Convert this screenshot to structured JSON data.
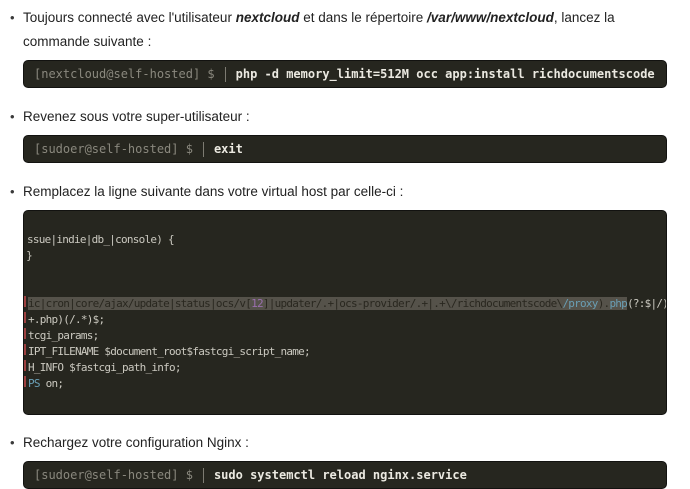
{
  "colors": {
    "body_text": "#222222",
    "block_bg": "#26261f",
    "code_text": "#cbc9c0",
    "prompt_text": "#8a887e",
    "command_text": "#ebe9e1",
    "highlight_bg": "#55524a",
    "highlight_text": "#29271f",
    "accent_purple": "#9b6fae",
    "accent_blue": "#6a9fb5",
    "red_clip": "#9e4040"
  },
  "items": [
    {
      "type": "bullet-text",
      "segments": [
        {
          "text": "Toujours connecté avec l'utilisateur "
        },
        {
          "text": "nextcloud",
          "style": "bolditalic"
        },
        {
          "text": " et dans le répertoire "
        },
        {
          "text": "/var/www/nextcloud",
          "style": "bolditalic"
        },
        {
          "text": ", lancez la commande suivante :"
        }
      ]
    },
    {
      "type": "terminal",
      "prompt": "[nextcloud@self-hosted] $",
      "command": "php -d memory_limit=512M occ app:install richdocumentscode"
    },
    {
      "type": "bullet-text",
      "segments": [
        {
          "text": "Revenez sous votre super-utilisateur :"
        }
      ]
    },
    {
      "type": "terminal",
      "prompt": "[sudoer@self-hosted] $",
      "command": "exit"
    },
    {
      "type": "bullet-text",
      "segments": [
        {
          "text": "Remplacez la ligne suivante dans votre virtual host par celle-ci :"
        }
      ]
    },
    {
      "type": "codeblock",
      "lines": [
        {
          "segments": []
        },
        {
          "segments": [
            {
              "text": "ssue|indie|db_|console) {"
            }
          ]
        },
        {
          "segments": [
            {
              "text": "}",
              "frag": true
            }
          ]
        },
        {
          "segments": []
        },
        {
          "segments": []
        },
        {
          "redEdge": true,
          "segments": [
            {
              "text": "ic|cron|core/ajax/update|status|ocs/v[",
              "hl": true
            },
            {
              "text": "12",
              "color": "purple",
              "hl": true
            },
            {
              "text": "]|updater/.+|ocs-provider/.+|.+\\/richdocumentscode\\",
              "hl": true
            },
            {
              "text": "/proxy",
              "color": "blue",
              "hl": true
            },
            {
              "text": ").",
              "hl": true
            },
            {
              "text": "php",
              "color": "blue",
              "hl": true
            },
            {
              "text": "(?:$|/) {"
            }
          ]
        },
        {
          "redEdge": true,
          "segments": [
            {
              "text": "+.php)(/.*)$;"
            }
          ]
        },
        {
          "redEdge": true,
          "segments": [
            {
              "text": "tcgi_params;"
            }
          ]
        },
        {
          "redEdge": true,
          "segments": [
            {
              "text": "IPT_FILENAME $document_root$fastcgi_script_name;"
            }
          ]
        },
        {
          "redEdge": true,
          "segments": [
            {
              "text": "H_INFO $fastcgi_path_info;"
            }
          ]
        },
        {
          "redEdge": true,
          "segments": [
            {
              "text": "PS",
              "color": "blue"
            },
            {
              "text": " on;"
            }
          ]
        },
        {
          "segments": []
        }
      ]
    },
    {
      "type": "bullet-text",
      "segments": [
        {
          "text": "Rechargez votre configuration Nginx :"
        }
      ]
    },
    {
      "type": "terminal",
      "prompt": "[sudoer@self-hosted] $",
      "command": "sudo systemctl reload nginx.service"
    }
  ]
}
